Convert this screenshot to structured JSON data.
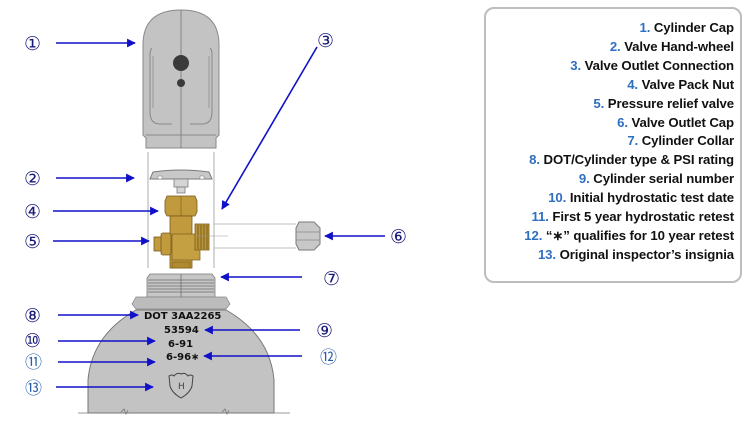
{
  "colors": {
    "arrow": "#1010c8",
    "callout_dark": "#1a1a7a",
    "callout_light": "#2a5fa8",
    "legend_number": "#2f6fc0",
    "cylinder_gray": "#c3c3c3",
    "brass": "#c09a3c",
    "legend_border": "#bdbdbd"
  },
  "callouts": [
    "①",
    "②",
    "③",
    "④",
    "⑤",
    "⑥",
    "⑦",
    "⑧",
    "⑨",
    "⑩",
    "⑪",
    "⑫",
    "⑬"
  ],
  "cylinder_markings": {
    "dot_type": "DOT 3AA2265",
    "serial": "53594",
    "initial_test": "6-91",
    "retest": "6-96∗",
    "insignia": "H"
  },
  "legend": {
    "items": [
      {
        "num": "1.",
        "label": " Cylinder Cap"
      },
      {
        "num": "2.",
        "label": " Valve Hand-wheel"
      },
      {
        "num": "3.",
        "label": " Valve Outlet Connection"
      },
      {
        "num": "4.",
        "label": " Valve Pack Nut"
      },
      {
        "num": "5.",
        "label": " Pressure relief valve"
      },
      {
        "num": "6.",
        "label": " Valve Outlet Cap"
      },
      {
        "num": "7.",
        "label": " Cylinder Collar"
      },
      {
        "num": "8.",
        "label": " DOT/Cylinder type & PSI rating"
      },
      {
        "num": "9.",
        "label": " Cylinder serial number"
      },
      {
        "num": "10.",
        "label": " Initial hydrostatic test date"
      },
      {
        "num": "11.",
        "label": " First 5 year hydrostatic retest"
      },
      {
        "num": "12.",
        "label": " “∗” qualifies for 10 year retest"
      },
      {
        "num": "13.",
        "label": " Original inspector’s insignia"
      }
    ]
  }
}
